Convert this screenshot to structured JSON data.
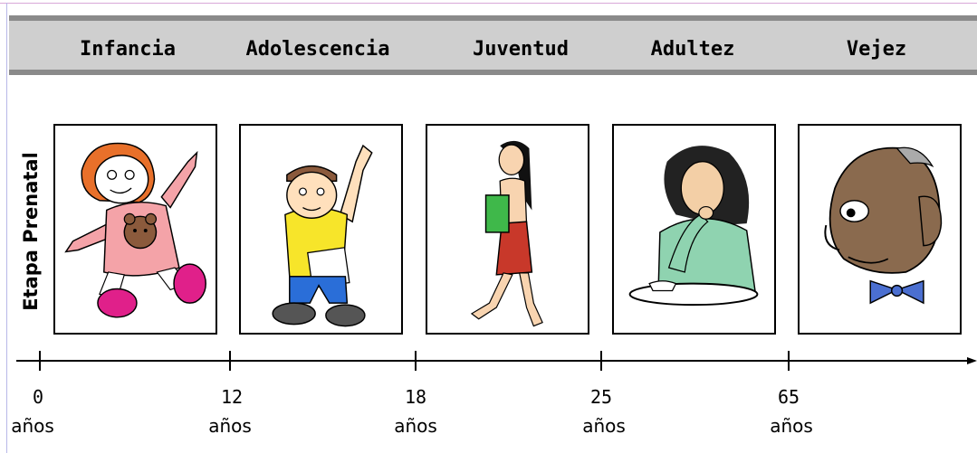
{
  "stages": [
    {
      "label": "Infancia",
      "icon": "child-girl-illustration"
    },
    {
      "label": "Adolescencia",
      "icon": "boy-raising-hand-illustration"
    },
    {
      "label": "Juventud",
      "icon": "young-woman-walking-illustration"
    },
    {
      "label": "Adultez",
      "icon": "adult-woman-thinking-illustration"
    },
    {
      "label": "Vejez",
      "icon": "elderly-man-illustration"
    }
  ],
  "prenatal_label": "Etapa Prenatal",
  "axis": {
    "ticks": [
      {
        "value": "0",
        "unit": "años"
      },
      {
        "value": "12",
        "unit": "años"
      },
      {
        "value": "18",
        "unit": "años"
      },
      {
        "value": "25",
        "unit": "años"
      },
      {
        "value": "65",
        "unit": "años"
      }
    ]
  },
  "colors": {
    "header_band": "#cfcfcf",
    "header_border": "#8a8a8a"
  }
}
